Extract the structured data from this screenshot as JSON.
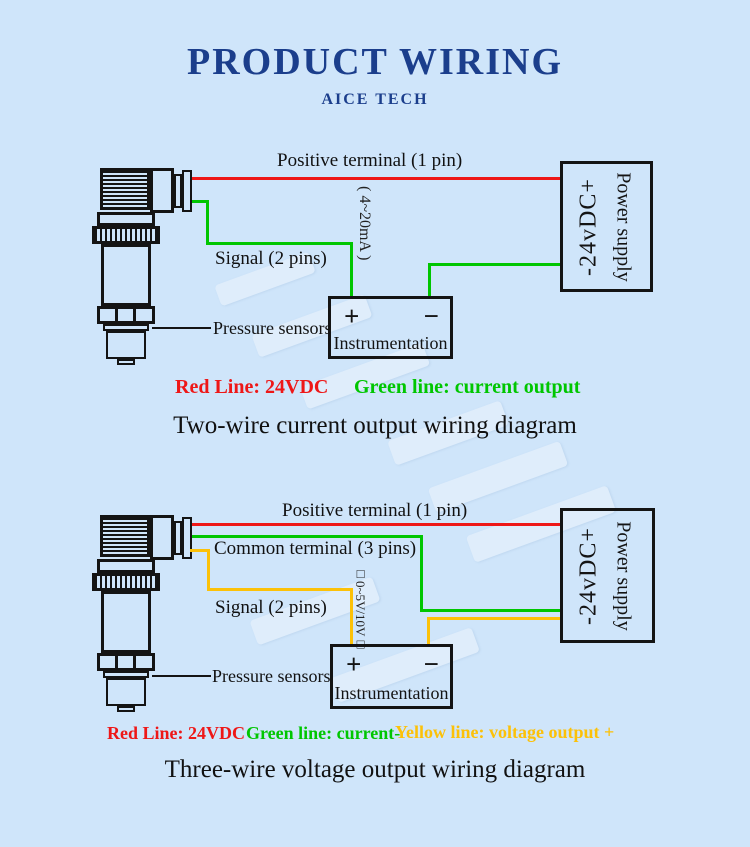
{
  "header": {
    "title": "PRODUCT WIRING",
    "subtitle": "AICE TECH"
  },
  "colors": {
    "background": "#cfe5fa",
    "heading_blue": "#1b3e8c",
    "wire_red": "#ee1717",
    "wire_green": "#00c600",
    "wire_yellow": "#fcc108",
    "line_black": "#141414"
  },
  "diagram1": {
    "labels": {
      "positive": "Positive terminal (1 pin)",
      "signal": "Signal (2 pins)",
      "sensor": "Pressure sensors",
      "range": "( 4~20mA )"
    },
    "instrumentation": {
      "plus": "+",
      "minus": "−",
      "name": "Instrumentation"
    },
    "power_supply": {
      "rail": "-24vDC+",
      "name": "Power supply"
    },
    "legend": [
      {
        "text": "Red Line: 24VDC",
        "color": "#ee1717"
      },
      {
        "text": "Green line: current output",
        "color": "#00c600"
      }
    ],
    "title": "Two-wire current output wiring diagram"
  },
  "diagram2": {
    "labels": {
      "positive": "Positive terminal (1 pin)",
      "common": "Common terminal (3 pins)",
      "signal": "Signal (2 pins)",
      "sensor": "Pressure sensors",
      "range": "□0~5V/10V□"
    },
    "instrumentation": {
      "plus": "+",
      "minus": "−",
      "name": "Instrumentation"
    },
    "power_supply": {
      "rail": "-24vDC+",
      "name": "Power supply"
    },
    "legend": [
      {
        "text": "Red Line: 24VDC",
        "color": "#ee1717"
      },
      {
        "text": "Green line: current-",
        "color": "#00c600"
      },
      {
        "text": "Yellow line: voltage output +",
        "color": "#fcc108"
      }
    ],
    "title": "Three-wire voltage output wiring diagram"
  }
}
